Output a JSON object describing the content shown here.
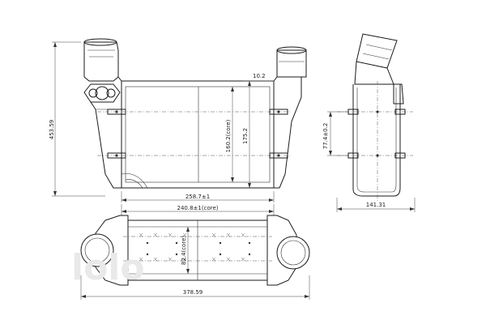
{
  "dimensions": {
    "top_view": {
      "overall_height": "453.59",
      "outlet_offset": "10.2",
      "core_height": "160.2(core)",
      "core_height_total": "175.2",
      "core_width": "258.7±1"
    },
    "side_view": {
      "height": "77.4±0.2",
      "depth": "141.31"
    },
    "bottom_view": {
      "core_width": "240.8±1(core)",
      "core_depth": "82.4(core)",
      "overall_length": "378.59"
    }
  },
  "watermark": "lolo"
}
